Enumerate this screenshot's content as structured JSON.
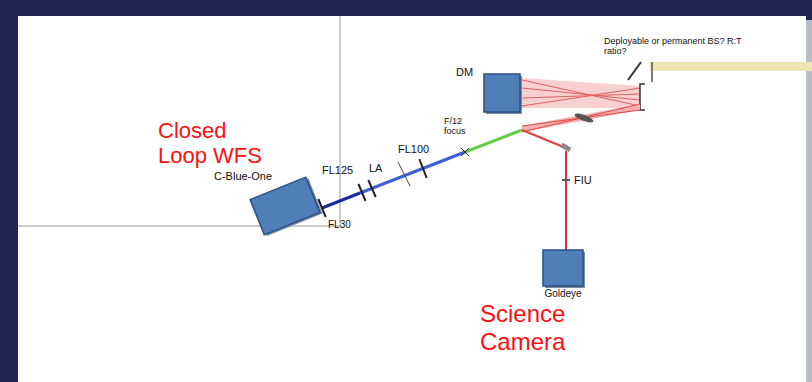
{
  "diagram": {
    "nodes": [
      {
        "text": [
          "DM"
        ]
      },
      {
        "text": [
          "C-Blue-One"
        ]
      },
      {
        "text": [
          "Goldeye"
        ]
      }
    ],
    "labels": [
      "Closed Loop WFS",
      "FL125",
      "LA",
      "FL100",
      "F/12 focus",
      "FL30",
      "Deployable or permanent BS? R:T ratio?",
      "FIU",
      "Science Camera"
    ]
  }
}
